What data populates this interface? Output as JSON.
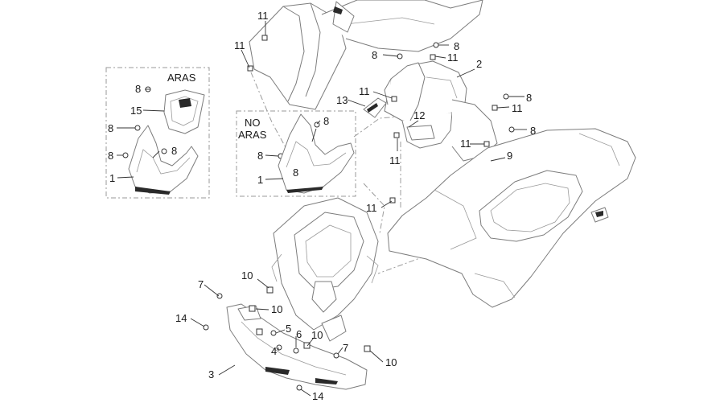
{
  "variant_labels": {
    "aras": "ARAS",
    "no_aras_line1": "NO",
    "no_aras_line2": "ARAS"
  },
  "callouts": [
    {
      "id": "c1",
      "text": "11"
    },
    {
      "id": "c2",
      "text": "11"
    },
    {
      "id": "c3",
      "text": "8"
    },
    {
      "id": "c4",
      "text": "8"
    },
    {
      "id": "c5",
      "text": "11"
    },
    {
      "id": "c6",
      "text": "2"
    },
    {
      "id": "c7",
      "text": "11"
    },
    {
      "id": "c8",
      "text": "13"
    },
    {
      "id": "c9",
      "text": "8"
    },
    {
      "id": "c10",
      "text": "11"
    },
    {
      "id": "c11",
      "text": "12"
    },
    {
      "id": "c12",
      "text": "8"
    },
    {
      "id": "c13",
      "text": "11"
    },
    {
      "id": "c14",
      "text": "11"
    },
    {
      "id": "c15",
      "text": "9"
    },
    {
      "id": "c16",
      "text": "8"
    },
    {
      "id": "c17",
      "text": "15"
    },
    {
      "id": "c18",
      "text": "8"
    },
    {
      "id": "c19",
      "text": "8"
    },
    {
      "id": "c20",
      "text": "8"
    },
    {
      "id": "c21",
      "text": "1"
    },
    {
      "id": "c22",
      "text": "8"
    },
    {
      "id": "c23",
      "text": "8"
    },
    {
      "id": "c24",
      "text": "1"
    },
    {
      "id": "c25",
      "text": "8"
    },
    {
      "id": "c26",
      "text": "11"
    },
    {
      "id": "c27",
      "text": "10"
    },
    {
      "id": "c28",
      "text": "7"
    },
    {
      "id": "c29",
      "text": "10"
    },
    {
      "id": "c30",
      "text": "14"
    },
    {
      "id": "c31",
      "text": "5"
    },
    {
      "id": "c32",
      "text": "6"
    },
    {
      "id": "c33",
      "text": "10"
    },
    {
      "id": "c34",
      "text": "4"
    },
    {
      "id": "c35",
      "text": "7"
    },
    {
      "id": "c36",
      "text": "10"
    },
    {
      "id": "c37",
      "text": "3"
    },
    {
      "id": "c38",
      "text": "14"
    }
  ]
}
